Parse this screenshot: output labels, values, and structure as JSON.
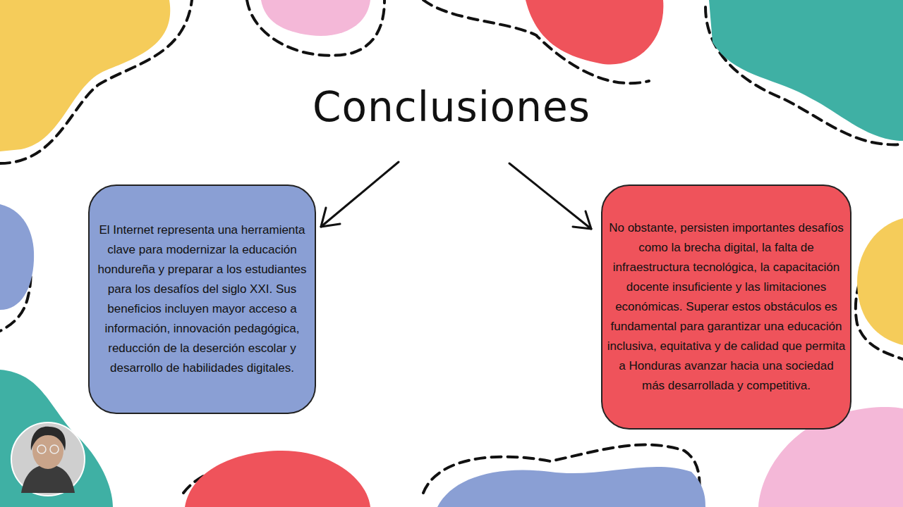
{
  "diagram": {
    "title": "Conclusiones",
    "nodes": [
      {
        "text": [
          "El Internet representa una herramienta clave para modernizar la educación hondureña y preparar a los estudiantes para los desafíos del siglo XXI. Sus beneficios incluyen mayor acceso a información, innovación pedagógica, reducción de la deserción escolar y desarrollo de habilidades digitales."
        ]
      },
      {
        "text": [
          "No obstante, persisten importantes desafíos como la brecha digital, la falta de infraestructura tecnológica, la capacitación docente insuficiente y las limitaciones económicas. Superar estos obstáculos es fundamental para garantizar una educación inclusiva, equitativa y de calidad que permita a Honduras avanzar hacia una sociedad más desarrollada y competitiva."
        ]
      }
    ]
  }
}
